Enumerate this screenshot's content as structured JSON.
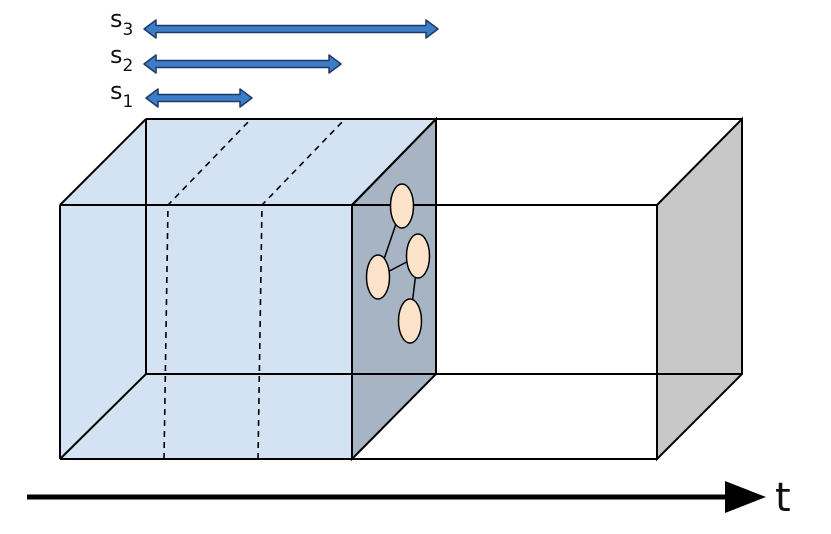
{
  "colors": {
    "highlight_fill": "#d4e3f3",
    "slice_fill": "#a6b4c4",
    "end_face_fill": "#c8c8c8",
    "arrow_fill": "#3d7cc6",
    "arrow_stroke": "#1b3a66",
    "node_fill": "#fde3c9",
    "outline": "#000000",
    "background": "#ffffff"
  },
  "scales": [
    {
      "name": "s",
      "subscript": "1"
    },
    {
      "name": "s",
      "subscript": "2"
    },
    {
      "name": "s",
      "subscript": "3"
    }
  ],
  "graph": {
    "node_count": 4,
    "edges": [
      [
        0,
        1
      ],
      [
        1,
        2
      ],
      [
        2,
        3
      ]
    ]
  },
  "time_axis": {
    "label": "t"
  }
}
